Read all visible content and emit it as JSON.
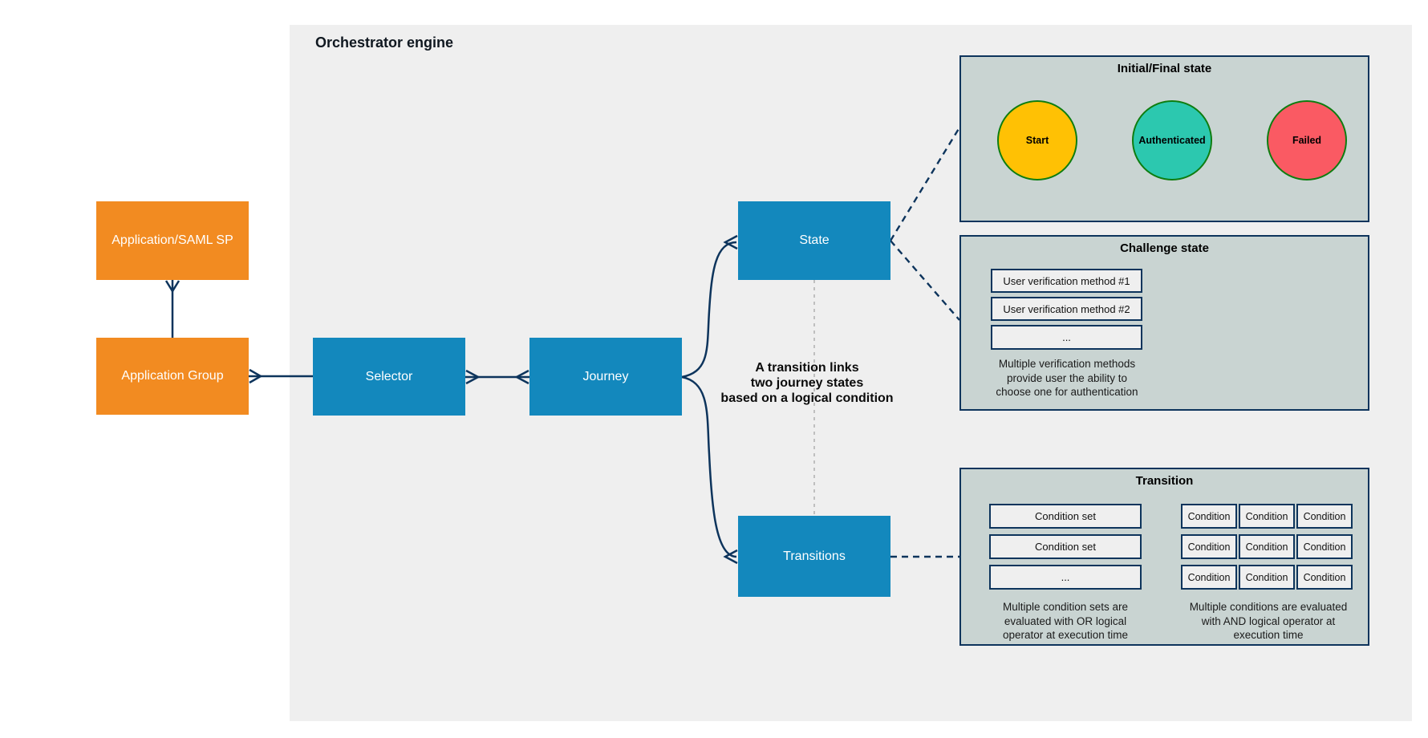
{
  "title": "Orchestrator engine",
  "colors": {
    "canvas_bg": "#efefef",
    "orange_node": "#f28b21",
    "blue_node": "#1388bd",
    "wire_navy": "#0d345c",
    "panel_fill": "#c9d4d2",
    "panel_border": "#0d345c",
    "circle_border_green": "#0e7d10",
    "dashed_gray": "#b3b3b3",
    "start_yellow": "#ffc104",
    "authenticated_teal": "#2cc8af",
    "failed_red": "#fa5a63"
  },
  "boxes": {
    "app_saml": "Application/SAML SP",
    "app_group": "Application Group",
    "selector": "Selector",
    "journey": "Journey",
    "state": "State",
    "transitions": "Transitions"
  },
  "annotation": {
    "lines": [
      "A transition links",
      "two journey states",
      "based on a logical condition"
    ]
  },
  "panels": {
    "initial_final": {
      "title": "Initial/Final state",
      "states": [
        {
          "label": "Start",
          "color": "#ffc104"
        },
        {
          "label": "Authenticated",
          "color": "#2cc8af"
        },
        {
          "label": "Failed",
          "color": "#fa5a63"
        }
      ]
    },
    "challenge": {
      "title": "Challenge state",
      "methods": [
        "User verification method #1",
        "User verification method #2",
        "..."
      ],
      "caption": [
        "Multiple verification methods",
        "provide user the ability to",
        "choose one for authentication"
      ]
    },
    "transition": {
      "title": "Transition",
      "condition_sets": [
        "Condition set",
        "Condition set",
        "..."
      ],
      "or_caption": [
        "Multiple condition sets are",
        "evaluated with OR logical",
        "operator at execution time"
      ],
      "conditions": [
        "Condition",
        "Condition",
        "Condition",
        "Condition",
        "Condition",
        "Condition",
        "Condition",
        "Condition",
        "Condition"
      ],
      "and_caption": [
        "Multiple conditions are evaluated",
        "with AND logical operator at",
        "execution time"
      ]
    }
  }
}
